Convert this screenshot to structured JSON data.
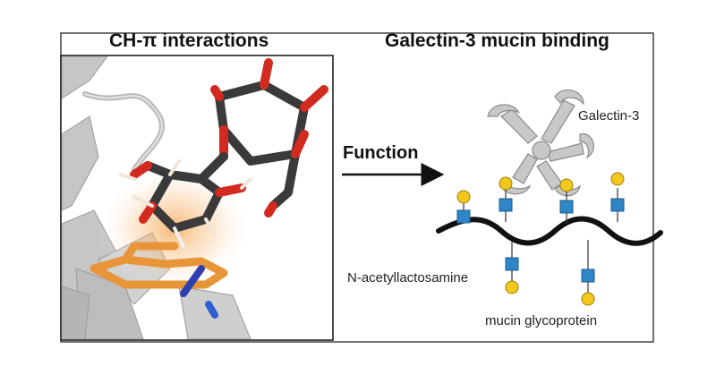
{
  "titles": {
    "left": "CH-π interactions",
    "right": "Galectin-3 mucin binding"
  },
  "labels": {
    "function": "Function",
    "galectin": "Galectin-3",
    "nacetyl": "N-acetyllactosamine",
    "mucin": "mucin glycoprotein"
  },
  "colors": {
    "glycan_square": "#2f86c6",
    "glycan_circle": "#f2c81f",
    "tryptophan": "#e8953a",
    "sugar_carbon": "#3a3a3a",
    "oxygen": "#d32a1f",
    "protein_sheet": "#c6c6c6",
    "galectin": "#c8c8c8"
  }
}
